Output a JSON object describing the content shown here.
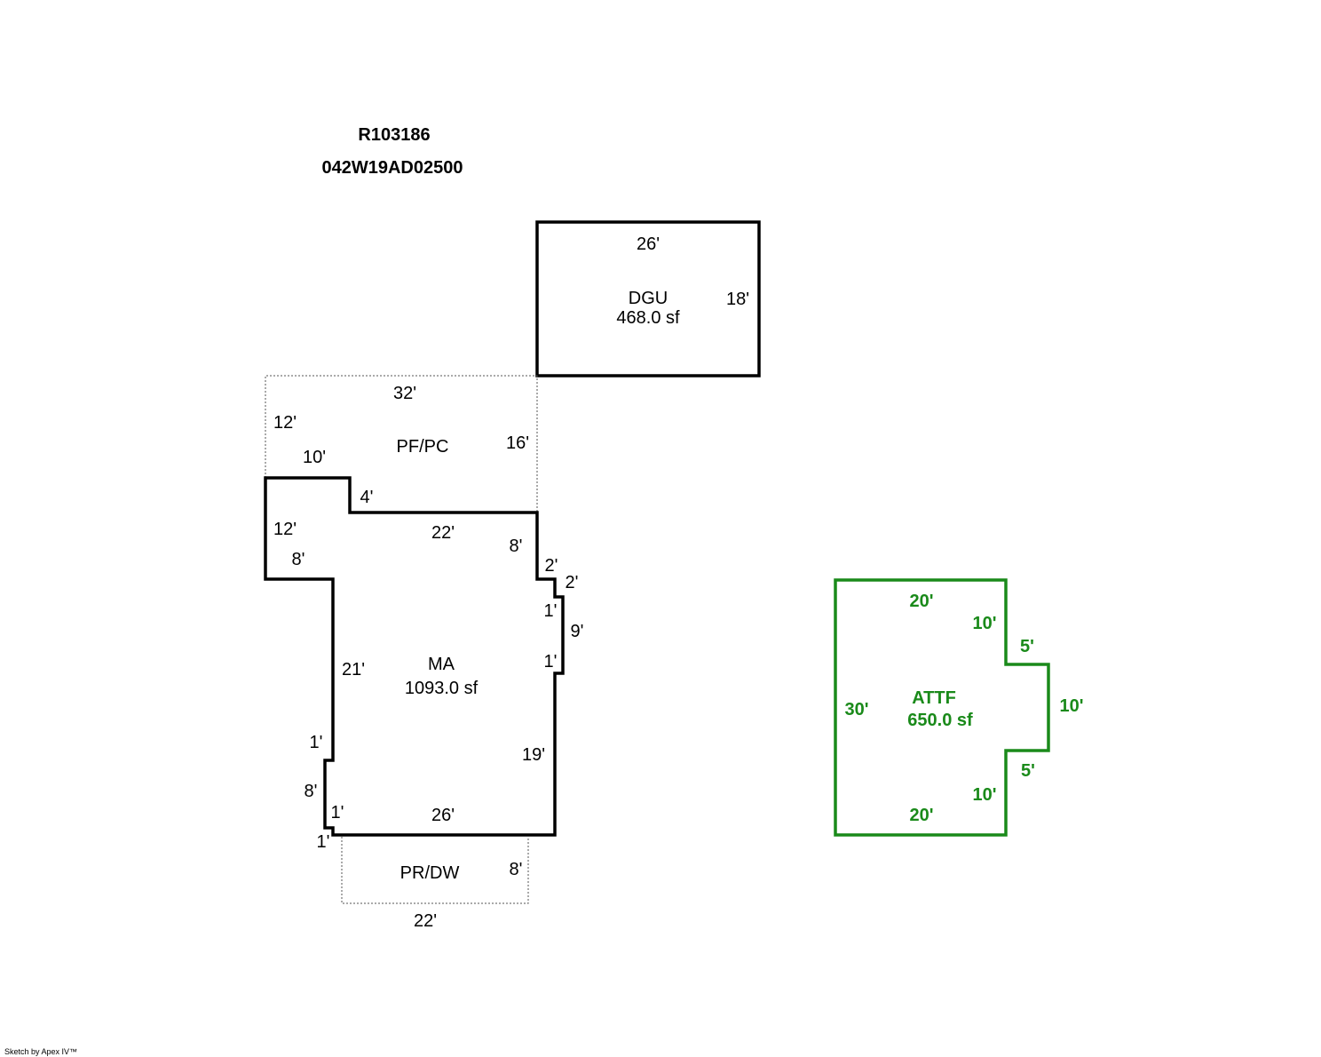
{
  "header": {
    "account": "R103186",
    "parcel": "042W19AD02500"
  },
  "dgu": {
    "code": "DGU",
    "area": "468.0 sf",
    "dims": [
      "26'",
      "18'"
    ]
  },
  "pfpc": {
    "code": "PF/PC",
    "dims": [
      "32'",
      "12'",
      "16'",
      "10'",
      "4'"
    ]
  },
  "ma": {
    "code": "MA",
    "area": "1093.0 sf",
    "dims": [
      "12'",
      "8'",
      "22'",
      "8'",
      "2'",
      "2'",
      "1'",
      "9'",
      "1'",
      "21'",
      "19'",
      "1'",
      "8'",
      "1'",
      "26'",
      "1'"
    ]
  },
  "prdw": {
    "code": "PR/DW",
    "dims": [
      "8'",
      "22'"
    ]
  },
  "attf": {
    "code": "ATTF",
    "area": "650.0 sf",
    "color": "#1a8a1a",
    "dims": [
      "20'",
      "10'",
      "5'",
      "30'",
      "10'",
      "5'",
      "10'",
      "20'"
    ]
  },
  "footer": {
    "credit": "Sketch by Apex IV™"
  }
}
